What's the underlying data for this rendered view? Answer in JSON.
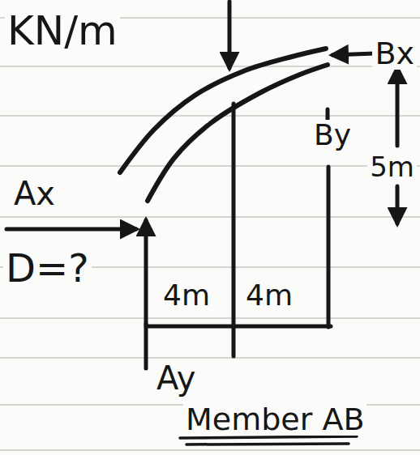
{
  "diagram": {
    "labels": [
      "KN/m",
      "Bx",
      "By",
      "5m",
      "Ax",
      "D=?",
      "4m",
      "4m",
      "Ay",
      "Member AB"
    ]
  }
}
